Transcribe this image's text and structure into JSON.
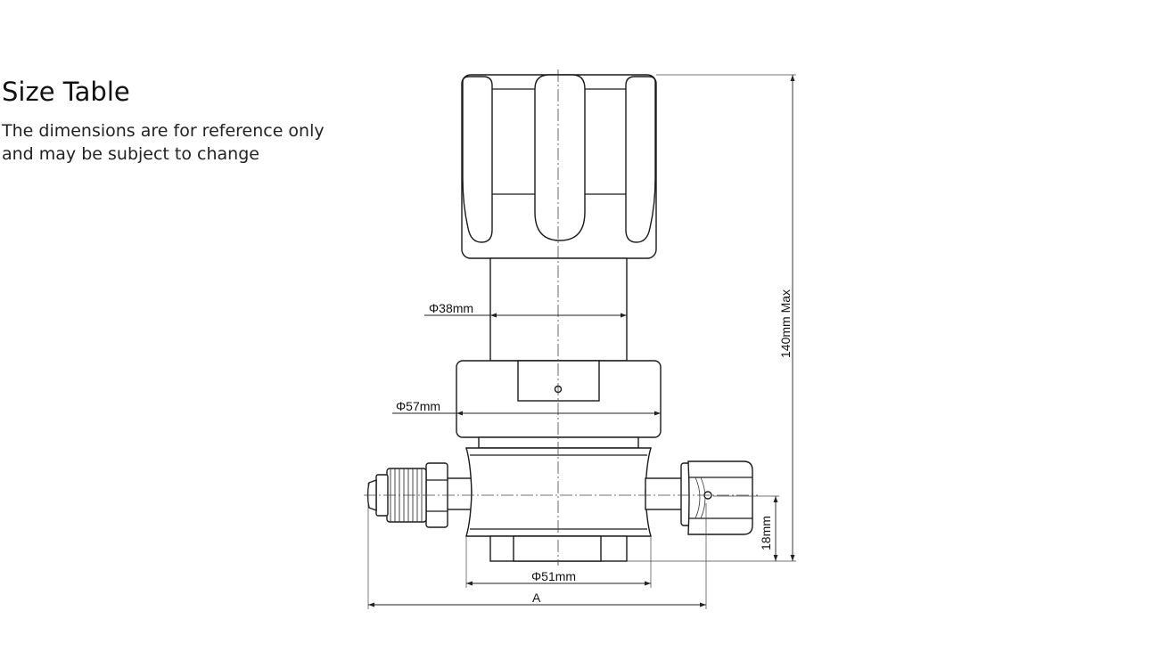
{
  "header": {
    "title": "Size Table",
    "subtitle": "The dimensions are for reference only and may be subject to change"
  },
  "dimensions": {
    "stem_diameter": "Φ38mm",
    "bonnet_diameter": "Φ57mm",
    "body_diameter": "Φ51mm",
    "total_height": "140mm Max",
    "port_height": "18mm",
    "overall_length": "A"
  },
  "colors": {
    "line": "#1a1a1a",
    "background": "#ffffff"
  }
}
